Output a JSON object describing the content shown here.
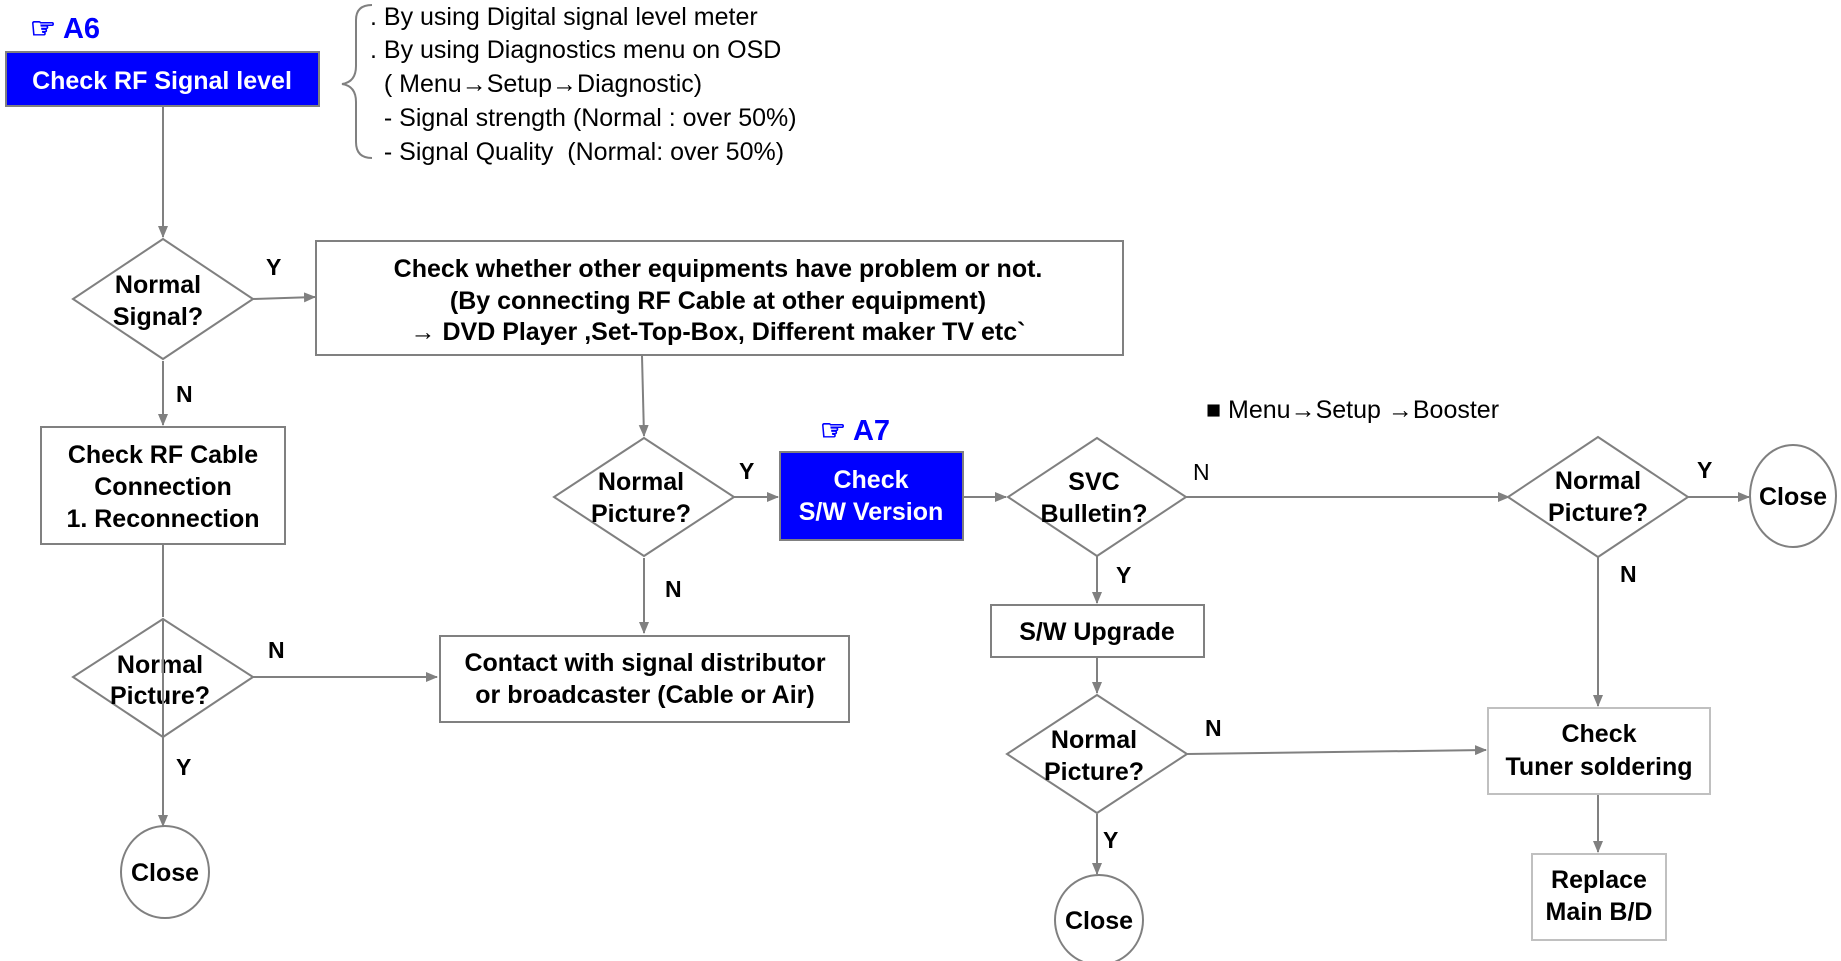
{
  "refs": {
    "a6": "☞ A6",
    "a7": "☞ A7"
  },
  "notes": {
    "lines": [
      ". By using Digital signal level meter",
      ". By using Diagnostics menu on OSD",
      "  ( Menu→Setup→Diagnostic)",
      "  - Signal strength (Normal : over 50%)",
      "  - Signal Quality  (Normal: over 50%)"
    ],
    "booster": "■ Menu→Setup →Booster"
  },
  "nodes": {
    "check_rf": "Check RF Signal level",
    "normal_signal": [
      "Normal",
      "Signal?"
    ],
    "check_other": [
      "Check whether other equipments have problem or not.",
      "(By connecting RF Cable at other equipment)",
      "→ DVD Player ,Set-Top-Box, Different maker TV etc`"
    ],
    "check_cable": [
      "Check RF Cable",
      "Connection",
      "1. Reconnection"
    ],
    "picture_left": [
      "Normal",
      "Picture?"
    ],
    "close_left": "Close",
    "contact": [
      "Contact with signal distributor",
      "or broadcaster (Cable or Air)"
    ],
    "picture_mid": [
      "Normal",
      "Picture?"
    ],
    "check_sw": [
      "Check",
      "S/W Version"
    ],
    "svc": [
      "SVC",
      "Bulletin?"
    ],
    "sw_upgrade": "S/W Upgrade",
    "picture_bottom": [
      "Normal",
      "Picture?"
    ],
    "close_bottom": "Close",
    "picture_right": [
      "Normal",
      "Picture?"
    ],
    "close_right": "Close",
    "tuner": [
      "Check",
      "Tuner soldering"
    ],
    "replace": [
      "Replace",
      "Main B/D"
    ]
  },
  "edges": {
    "y": "Y",
    "n": "N"
  },
  "colors": {
    "accent_blue": "#0000ff",
    "line_gray": "#808080",
    "light_border": "#c0c0c0"
  }
}
